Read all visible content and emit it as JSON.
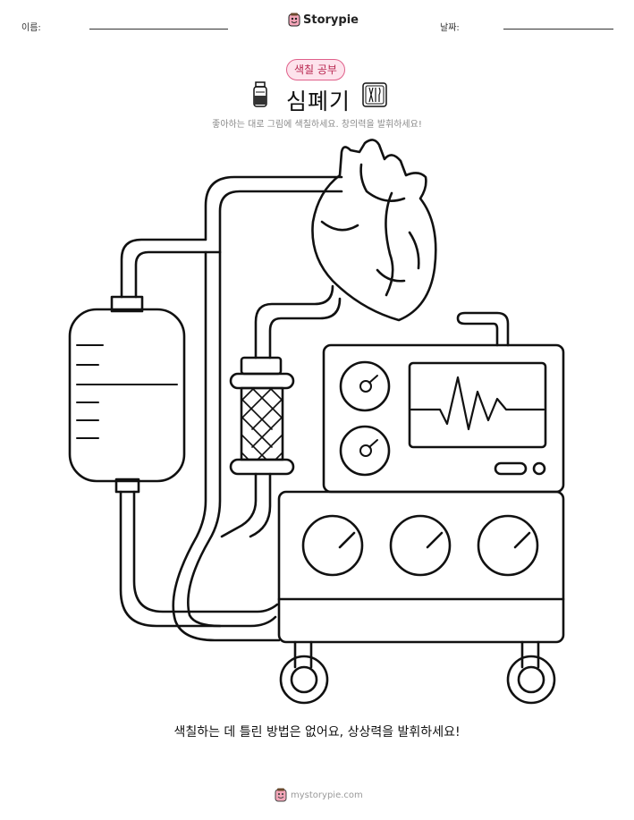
{
  "header": {
    "name_label": "이름:",
    "date_label": "날짜:",
    "brand": "Storypie",
    "brand_icon": "storypie-mascot-icon"
  },
  "worksheet": {
    "badge": "색칠 공부",
    "title": "심폐기",
    "title_icons": [
      "medicine-bottle-icon",
      "surgical-tools-icon"
    ],
    "subtitle": "좋아하는 대로 그림에 색칠하세요. 창의력을 발휘하세요!",
    "caption": "색칠하는 데 틀린 방법은 없어요, 상상력을 발휘하세요!"
  },
  "footer": {
    "site": "mystorypie.com"
  },
  "colors": {
    "badge_border": "#e0608a",
    "badge_fill": "#fde3ec",
    "badge_text": "#b8264f",
    "line_art": "#111111"
  }
}
